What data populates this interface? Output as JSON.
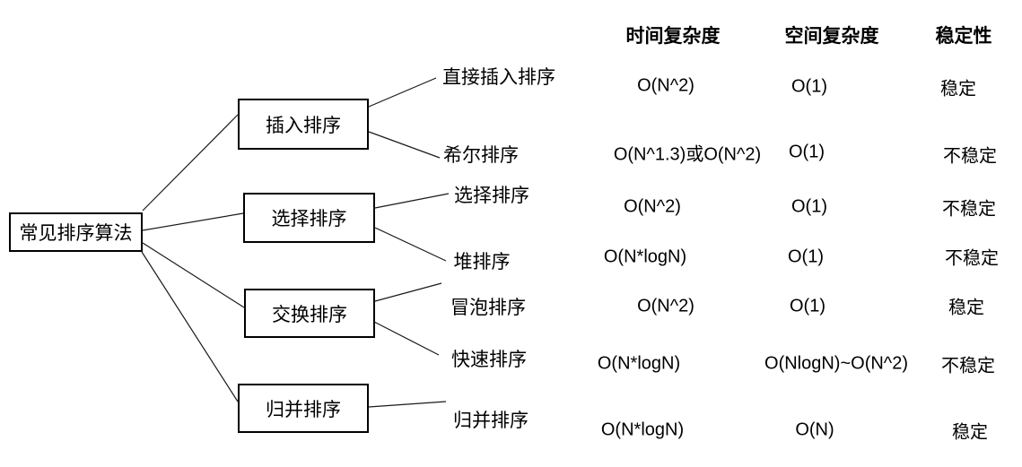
{
  "tree": {
    "root_label": "常见排序算法",
    "categories": [
      {
        "label": "插入排序",
        "children_row_indexes": [
          0,
          1
        ]
      },
      {
        "label": "选择排序",
        "children_row_indexes": [
          2,
          3
        ]
      },
      {
        "label": "交换排序",
        "children_row_indexes": [
          4,
          5
        ]
      },
      {
        "label": "归并排序",
        "children_row_indexes": [
          6
        ]
      }
    ]
  },
  "table": {
    "headers": {
      "time": "时间复杂度",
      "space": "空间复杂度",
      "stability": "稳定性"
    },
    "rows": [
      {
        "algorithm": "直接插入排序",
        "time": "O(N^2)",
        "space": "O(1)",
        "stability": "稳定"
      },
      {
        "algorithm": "希尔排序",
        "time": "O(N^1.3)或O(N^2)",
        "space": "O(1)",
        "stability": "不稳定"
      },
      {
        "algorithm": "选择排序",
        "time": "O(N^2)",
        "space": "O(1)",
        "stability": "不稳定"
      },
      {
        "algorithm": "堆排序",
        "time": "O(N*logN)",
        "space": "O(1)",
        "stability": "不稳定"
      },
      {
        "algorithm": "冒泡排序",
        "time": "O(N^2)",
        "space": "O(1)",
        "stability": "稳定"
      },
      {
        "algorithm": "快速排序",
        "time": "O(N*logN)",
        "space": "O(NlogN)~O(N^2)",
        "stability": "不稳定"
      },
      {
        "algorithm": "归并排序",
        "time": "O(N*logN)",
        "space": "O(N)",
        "stability": "稳定"
      }
    ]
  },
  "colors": {
    "text": "#000000",
    "line": "#1a1a1a",
    "background": "#ffffff"
  }
}
